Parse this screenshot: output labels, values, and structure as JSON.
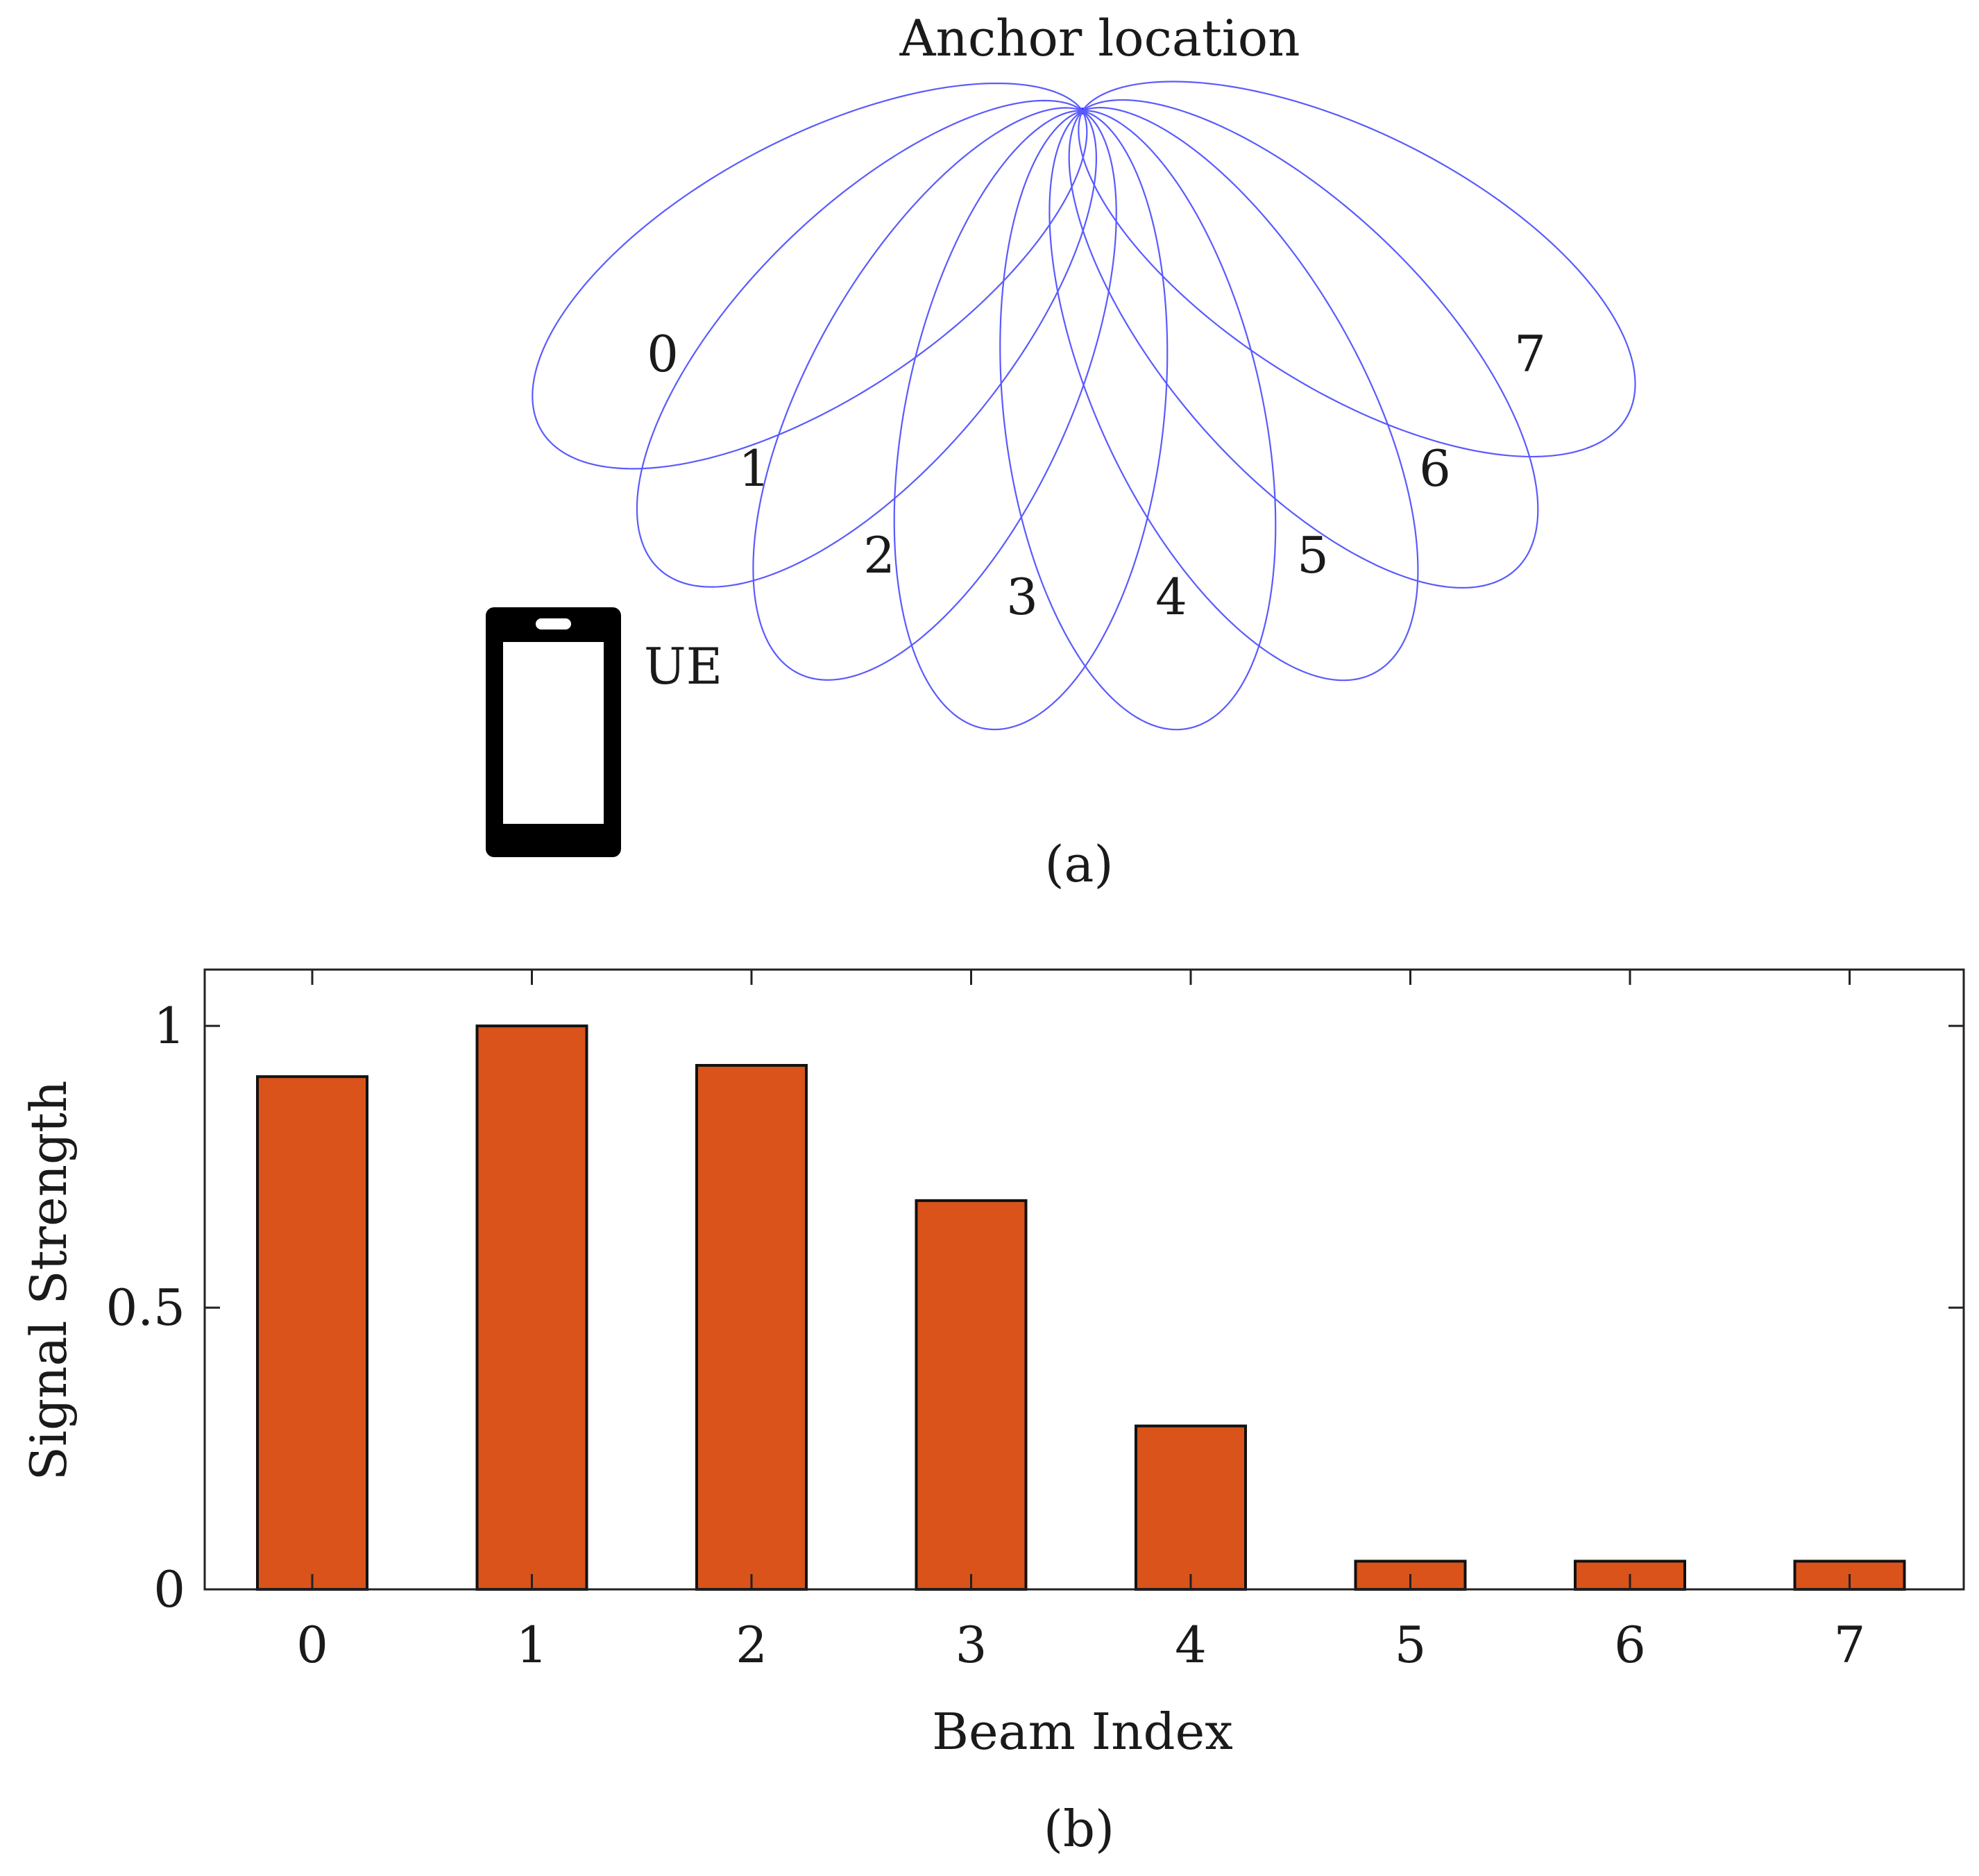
{
  "panel_a": {
    "anchor_label": "Anchor location",
    "beam_labels": [
      "0",
      "1",
      "2",
      "3",
      "4",
      "5",
      "6",
      "7"
    ],
    "ue_label": "UE",
    "caption": "(a)",
    "lobe_color": "#5a5aff",
    "ue_icon": "smartphone-icon"
  },
  "panel_b": {
    "caption": "(b)"
  },
  "chart_data": {
    "type": "bar",
    "categories": [
      "0",
      "1",
      "2",
      "3",
      "4",
      "5",
      "6",
      "7"
    ],
    "values": [
      0.91,
      1.0,
      0.93,
      0.69,
      0.29,
      0.05,
      0.05,
      0.05
    ],
    "xlabel": "Beam Index",
    "ylabel": "Signal Strength",
    "ylim": [
      0,
      1.1
    ],
    "yticks": [
      0,
      0.5,
      1
    ],
    "ytick_labels": [
      "0",
      "0.5",
      "1"
    ],
    "bar_color": "#d9531a",
    "grid": false,
    "legend": false
  }
}
